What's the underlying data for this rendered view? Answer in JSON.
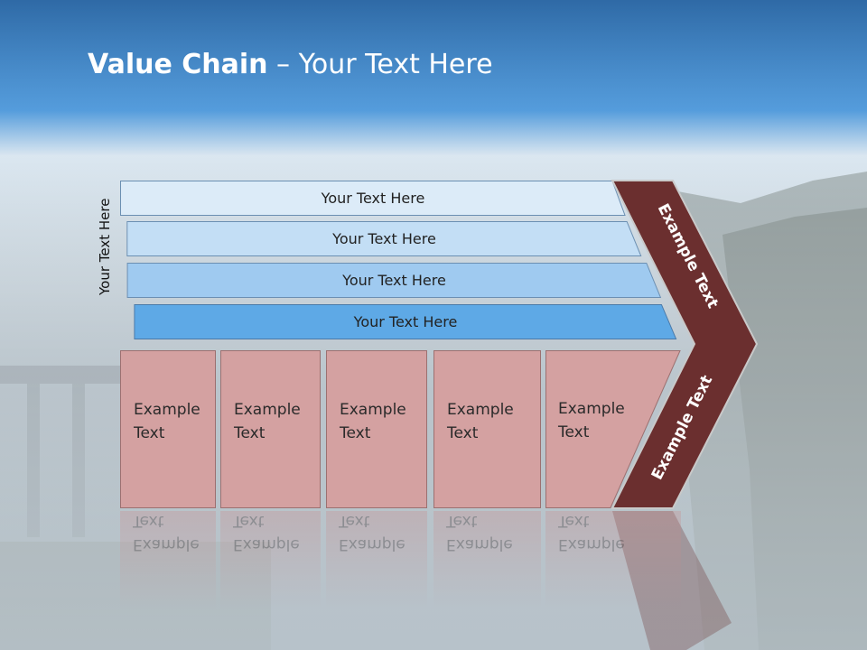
{
  "title": {
    "bold": "Value Chain",
    "rest": " – Your Text Here"
  },
  "side_label": "Your Text Here",
  "rows": [
    "Your Text Here",
    "Your Text Here",
    "Your Text Here",
    "Your Text Here"
  ],
  "boxes": [
    {
      "line1": "Example",
      "line2": "Text"
    },
    {
      "line1": "Example",
      "line2": "Text"
    },
    {
      "line1": "Example",
      "line2": "Text"
    },
    {
      "line1": "Example",
      "line2": "Text"
    },
    {
      "line1": "Example",
      "line2": "Text"
    }
  ],
  "chevron_top_label": "Example Text",
  "chevron_bottom_label": "Example Text",
  "colors": {
    "chevron": "#6b2f2f",
    "box": "#d4a1a1",
    "row1": "#dcebf8",
    "row2": "#c3def5",
    "row3": "#9fcaf0",
    "row4": "#5ea9e6"
  }
}
